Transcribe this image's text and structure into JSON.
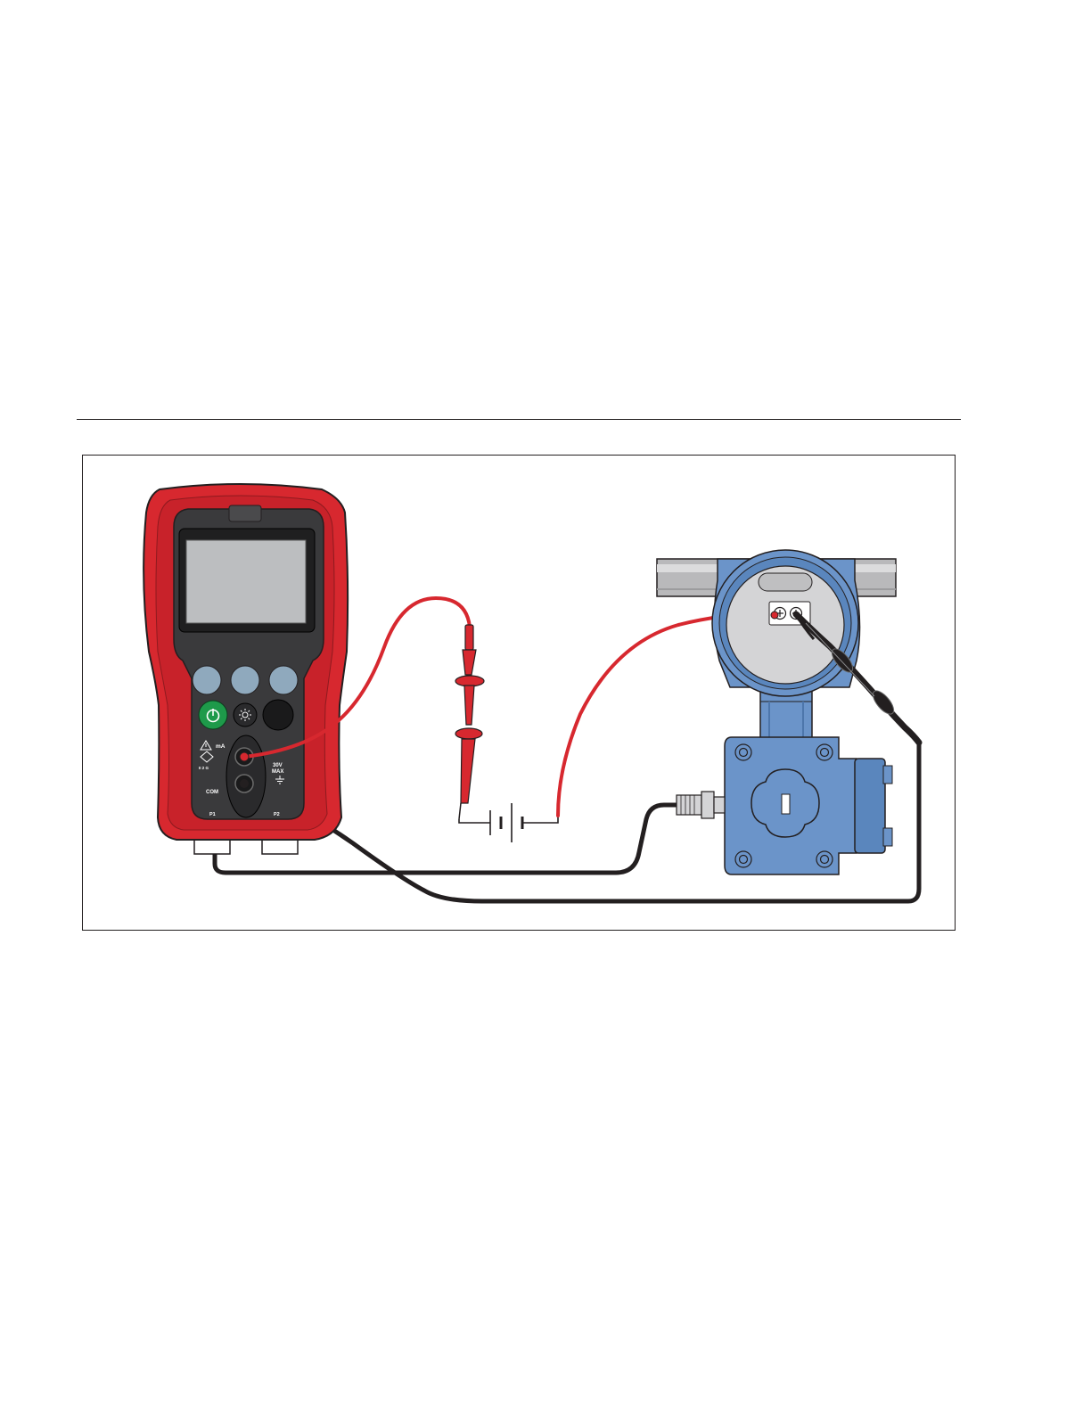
{
  "figure": {
    "calibrator": {
      "input_label": "mA",
      "cert_mark": "II 2 G",
      "com_label": "COM",
      "rating_volts": "30V",
      "rating_max": "MAX",
      "port_1_label": "P1",
      "port_2_label": "P2",
      "icons": [
        "warning-icon",
        "ex-icon",
        "power-icon",
        "backlight-icon",
        "ground-icon"
      ]
    },
    "colors": {
      "calibrator_body": "#d7282f",
      "transmitter_body": "#6b94c9",
      "lead_red": "#d7282f",
      "lead_black": "#231f20",
      "softkey": "#8fa9bd",
      "power_button": "#1e9a4a"
    }
  }
}
